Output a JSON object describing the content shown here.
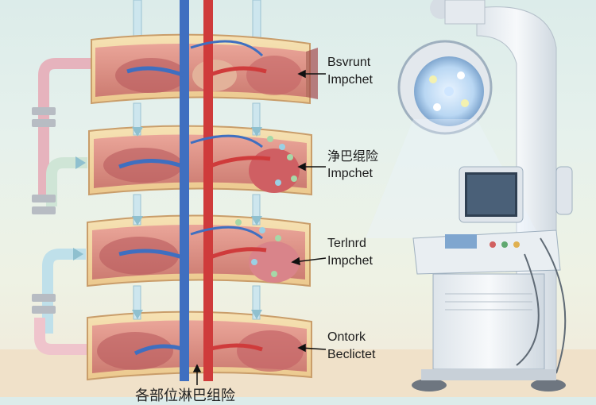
{
  "labels": [
    {
      "line1": "Bsvrunt",
      "line2": "Impchet"
    },
    {
      "line1": "浄巴绲险",
      "line2": "Impchet"
    },
    {
      "line1": "Terlnrd",
      "line2": "Impchet"
    },
    {
      "line1": "Ontork",
      "line2": "Beclictet"
    }
  ],
  "caption": "各部位淋巴组险",
  "colors": {
    "tissue": "#e7a9a0",
    "fat": "#f3d9a6",
    "artery": "#cf3b3b",
    "vein": "#3f6fc0",
    "tube_pink": "#efc4cc",
    "tube_blue": "#bfe0ea",
    "tube_green": "#cfe5d6",
    "machine": "#eef2f5"
  }
}
